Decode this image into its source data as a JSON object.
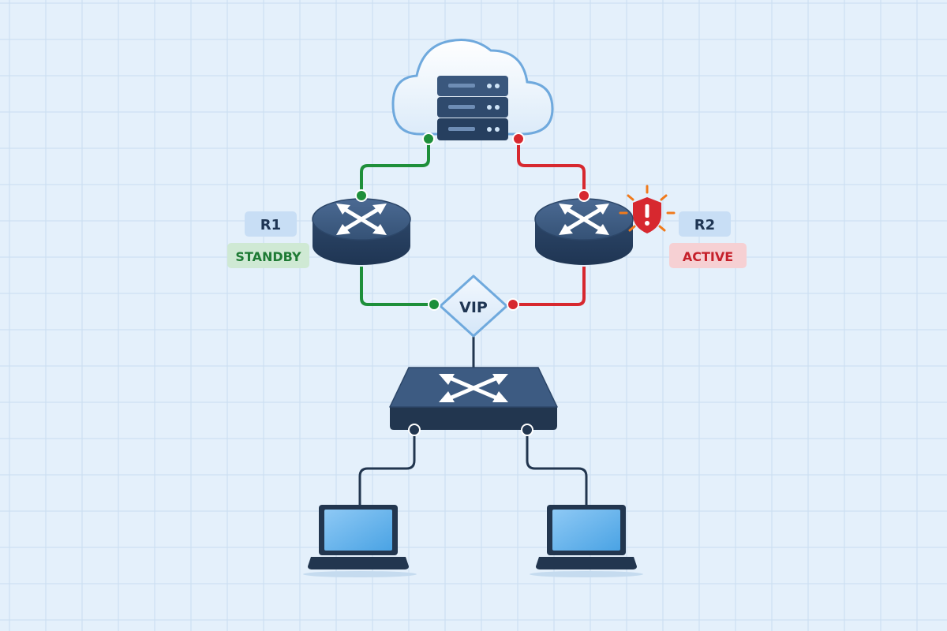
{
  "colors": {
    "background": "#e4f0fb",
    "grid": "#c9ddf0",
    "device_dark": "#2f4a6d",
    "device_mid": "#3d5b82",
    "device_light": "#5878a0",
    "active_link": "#d7282f",
    "standby_link": "#1e8f3a",
    "access_link": "#22364f",
    "alert": "#d7282f",
    "burst": "#f07a1c"
  },
  "nodes": {
    "cloud": {
      "icon": "cloud-server-icon"
    },
    "r1": {
      "label": "R1",
      "role": "STANDBY",
      "icon": "router-icon"
    },
    "r2": {
      "label": "R2",
      "role": "ACTIVE",
      "icon": "router-icon",
      "alert_icon": "shield-alert-icon"
    },
    "vip": {
      "label": "VIP",
      "icon": "diamond-icon"
    },
    "switch": {
      "icon": "switch-icon"
    },
    "hosts": [
      {
        "icon": "laptop-icon"
      },
      {
        "icon": "laptop-icon"
      }
    ]
  }
}
